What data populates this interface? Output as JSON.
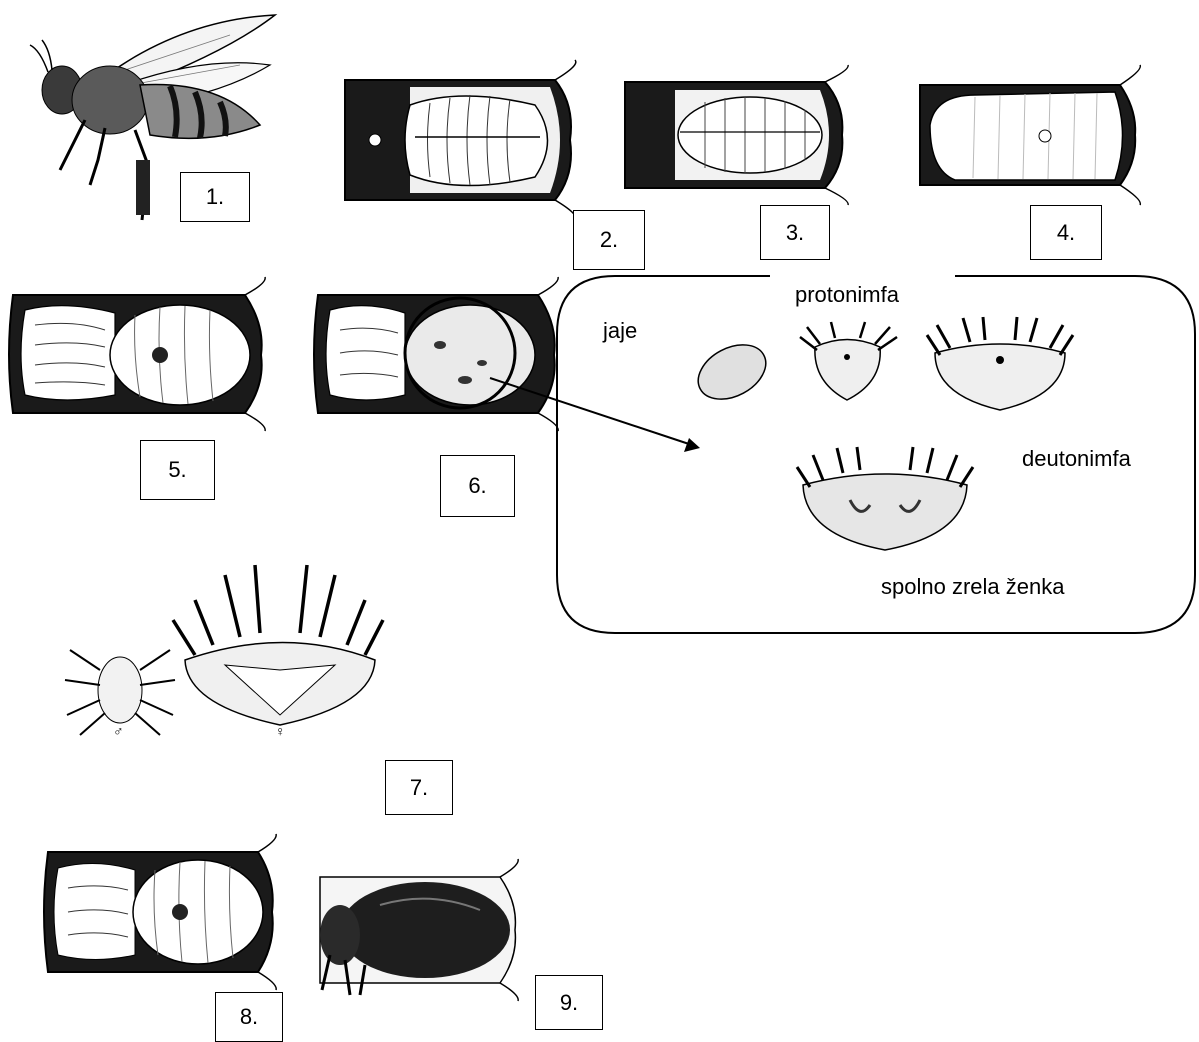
{
  "stages": [
    {
      "id": "1",
      "label": "1."
    },
    {
      "id": "2",
      "label": "2."
    },
    {
      "id": "3",
      "label": "3."
    },
    {
      "id": "4",
      "label": "4."
    },
    {
      "id": "5",
      "label": "5."
    },
    {
      "id": "6",
      "label": "6."
    },
    {
      "id": "7",
      "label": "7."
    },
    {
      "id": "8",
      "label": "8."
    },
    {
      "id": "9",
      "label": "9."
    }
  ],
  "mite_cycle": {
    "egg": "jaje",
    "protonymph": "protonimfa",
    "deutonymph": "deutonimfa",
    "adult_female": "spolno zrela ženka"
  },
  "sex_symbols": {
    "male": "♂",
    "female": "♀"
  },
  "colors": {
    "ink": "#000000",
    "cell_fill": "#1a1a1a",
    "paper": "#ffffff",
    "shade": "#e8e8e8"
  }
}
